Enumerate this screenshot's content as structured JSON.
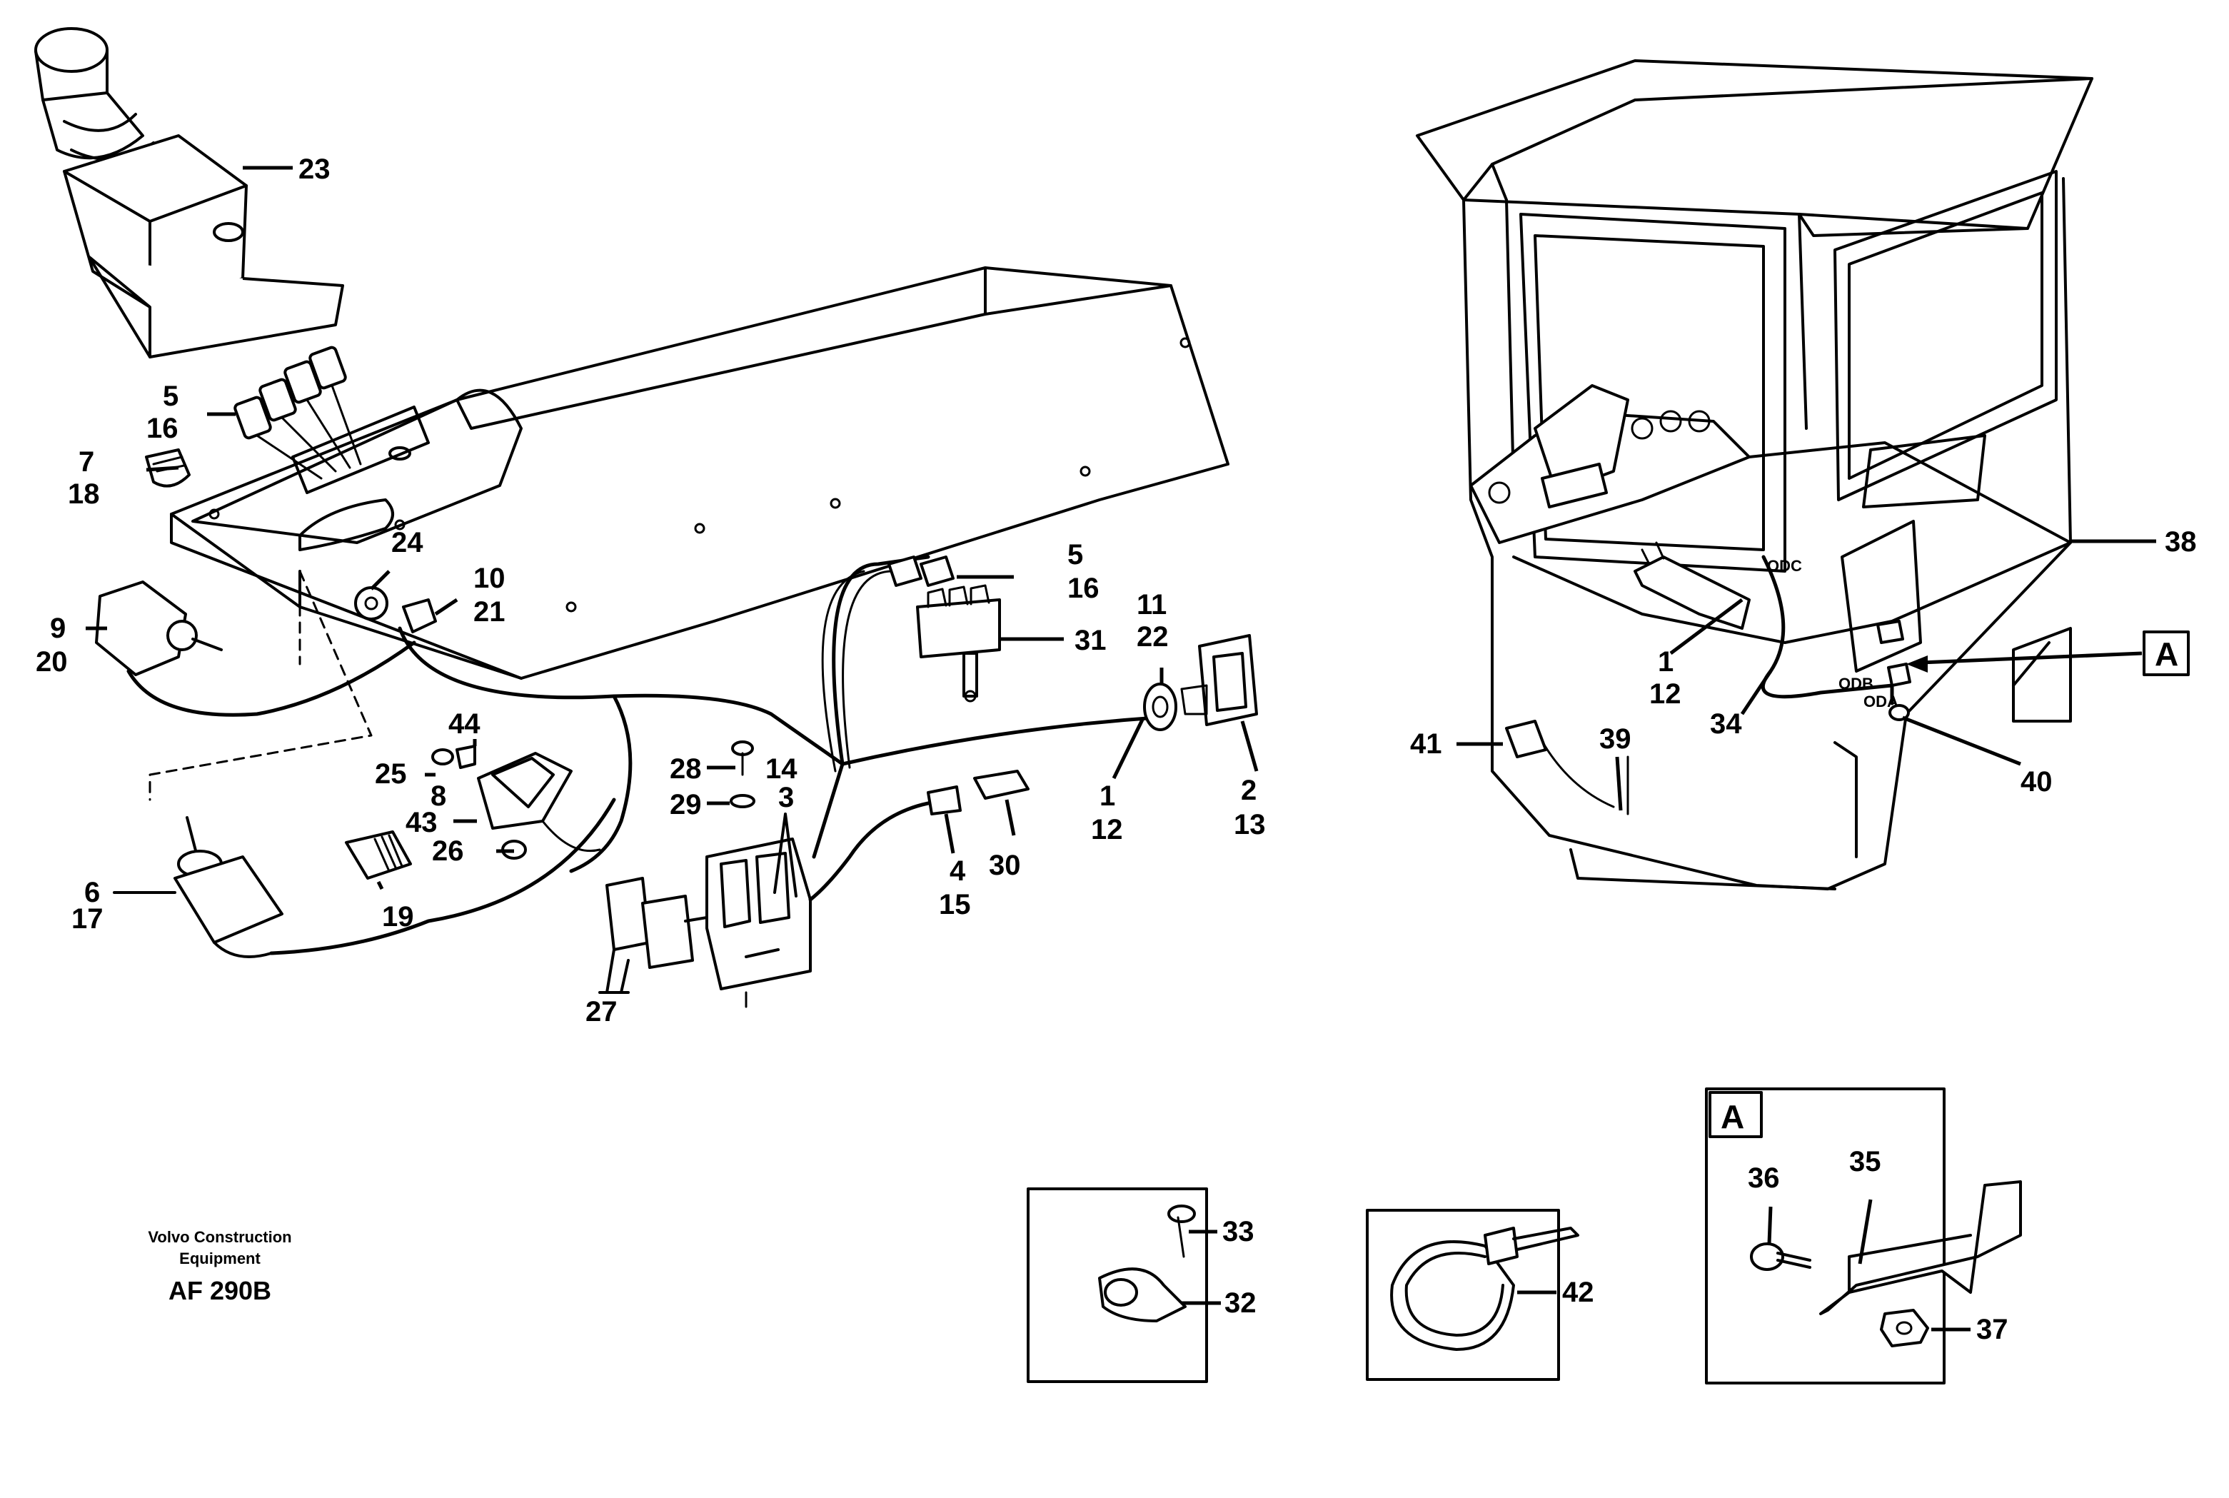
{
  "credit": {
    "line1": "Volvo Construction",
    "line2": "Equipment",
    "code": "AF 290B"
  },
  "callouts": {
    "c23": "23",
    "c5a": "5",
    "c16a": "16",
    "c7": "7",
    "c18": "18",
    "c9": "9",
    "c20": "20",
    "c24": "24",
    "c10": "10",
    "c21": "21",
    "c5b": "5",
    "c16b": "16",
    "c31": "31",
    "c11": "11",
    "c22": "22",
    "c44": "44",
    "c25": "25",
    "c8": "8",
    "c43": "43",
    "c26": "26",
    "c28": "28",
    "c14": "14",
    "c29": "29",
    "c3": "3",
    "c1a": "1",
    "c12a": "12",
    "c2": "2",
    "c13": "13",
    "c6": "6",
    "c17": "17",
    "c19": "19",
    "c27": "27",
    "c4": "4",
    "c15": "15",
    "c30": "30",
    "c38": "38",
    "c1b": "1",
    "c12b": "12",
    "c34": "34",
    "c41": "41",
    "c39": "39",
    "c40": "40",
    "cA": "A",
    "c33": "33",
    "c32": "32",
    "c42": "42",
    "c36": "36",
    "c35": "35",
    "c37": "37"
  },
  "detail_box_label": "A",
  "cab_marks": {
    "m1": "ODC",
    "m2": "ODB",
    "m3": "ODA"
  },
  "icons": [
    "joystick",
    "armrest-panel",
    "cab",
    "switch",
    "relay",
    "cable-clamp",
    "cable-tie",
    "bracket",
    "screw",
    "nut"
  ]
}
